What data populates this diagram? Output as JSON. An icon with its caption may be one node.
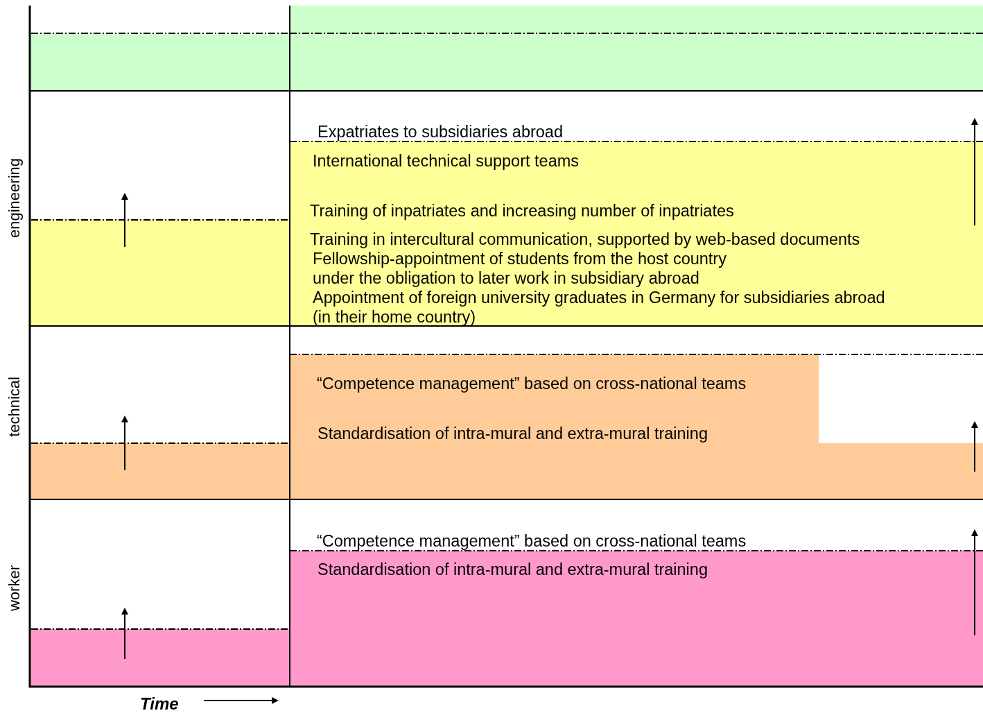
{
  "diagram": {
    "labels": [
      "engineering",
      "Expatriates to subsidiaries abroad",
      "International technical support teams",
      "Training of inpatriates and increasing number of inpatriates",
      "Training in intercultural communication, supported by web-based documents",
      "Fellowship-appointment of students from the host country under the obligation to later work in subsidiary abroad",
      "Appointment of foreign university graduates in Germany for subsidiaries abroad (in their home country)",
      "technical",
      "“Competence management” based on cross-national teams",
      "Standardisation of intra-mural and extra-mural training",
      "worker",
      "“Competence management” based on cross-national teams",
      "Standardisation of intra-mural and extra-mural training",
      "Time"
    ]
  }
}
